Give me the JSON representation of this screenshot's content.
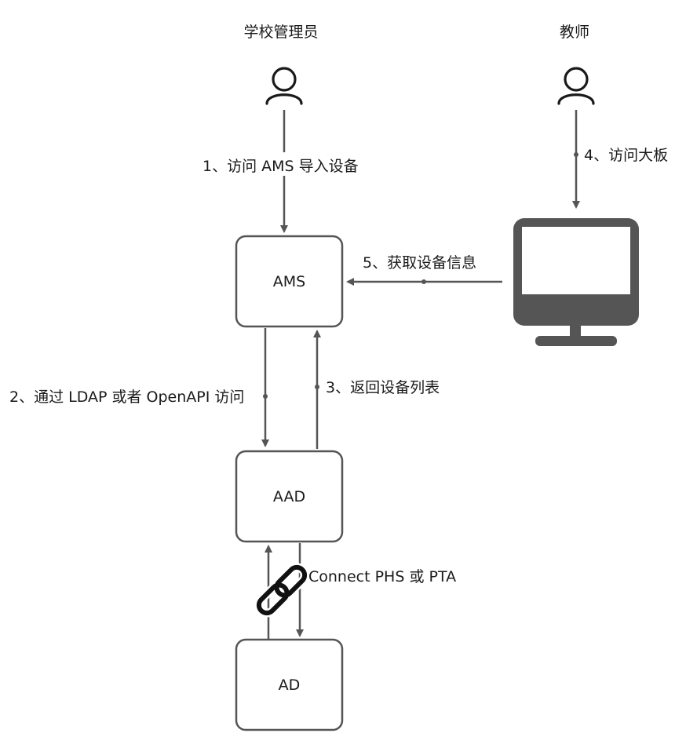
{
  "actors": {
    "admin": {
      "label": "学校管理员",
      "icon": "user-icon"
    },
    "teacher": {
      "label": "教师",
      "icon": "user-icon"
    }
  },
  "nodes": {
    "ams": "AMS",
    "aad": "AAD",
    "ad": "AD",
    "board": {
      "icon": "monitor-icon"
    }
  },
  "edges": {
    "step1": "1、访问 AMS 导入设备",
    "step2": "2、通过 LDAP 或者 OpenAPI 访问",
    "step3": "3、返回设备列表",
    "step4": "4、访问大板",
    "step5": "5、获取设备信息",
    "sync": "Connect PHS 或 PTA"
  },
  "icons": {
    "sync_link": "link-icon"
  },
  "colors": {
    "stroke": "#555555",
    "text": "#1a1a1a",
    "link": "#111111",
    "background": "#ffffff"
  }
}
